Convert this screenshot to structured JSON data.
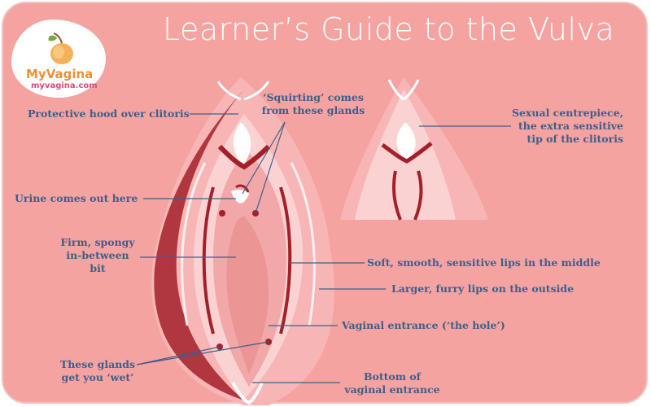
{
  "title": "Learner’s Guide to the Vulva",
  "logo": {
    "name": "MyVagina",
    "url": "myvagina.com",
    "icon": "peach-icon"
  },
  "labels": {
    "hood": "Protective hood over clitoris",
    "squirting_1": "‘Squirting’ comes",
    "squirting_2": "from these glands",
    "centrepiece_1": "Sexual centrepiece,",
    "centrepiece_2": "the extra sensitive",
    "centrepiece_3": "tip of the clitoris",
    "urine": "Urine comes out here",
    "firm_1": "Firm, spongy",
    "firm_2": "in-between",
    "firm_3": "bit",
    "soft_lips": "Soft, smooth, sensitive lips in the middle",
    "furry_lips": "Larger, furry lips on the outside",
    "vaginal_entrance": "Vaginal entrance (‘the hole’)",
    "wet_1": "These glands",
    "wet_2": "get you ‘wet’",
    "bottom_1": "Bottom of",
    "bottom_2": "vaginal entrance"
  },
  "colors": {
    "background": "#f5a3a1",
    "border": "#f0c4c2",
    "title": "#ffffff",
    "label_text": "#3d5f8a",
    "leader_line": "#3d5f8a",
    "dark_red": "#a3202a",
    "light_pink": "#fbd2d2",
    "mid_pink": "#f2a7a8",
    "logo_orange": "#e8913a",
    "logo_pink": "#e0467a"
  }
}
